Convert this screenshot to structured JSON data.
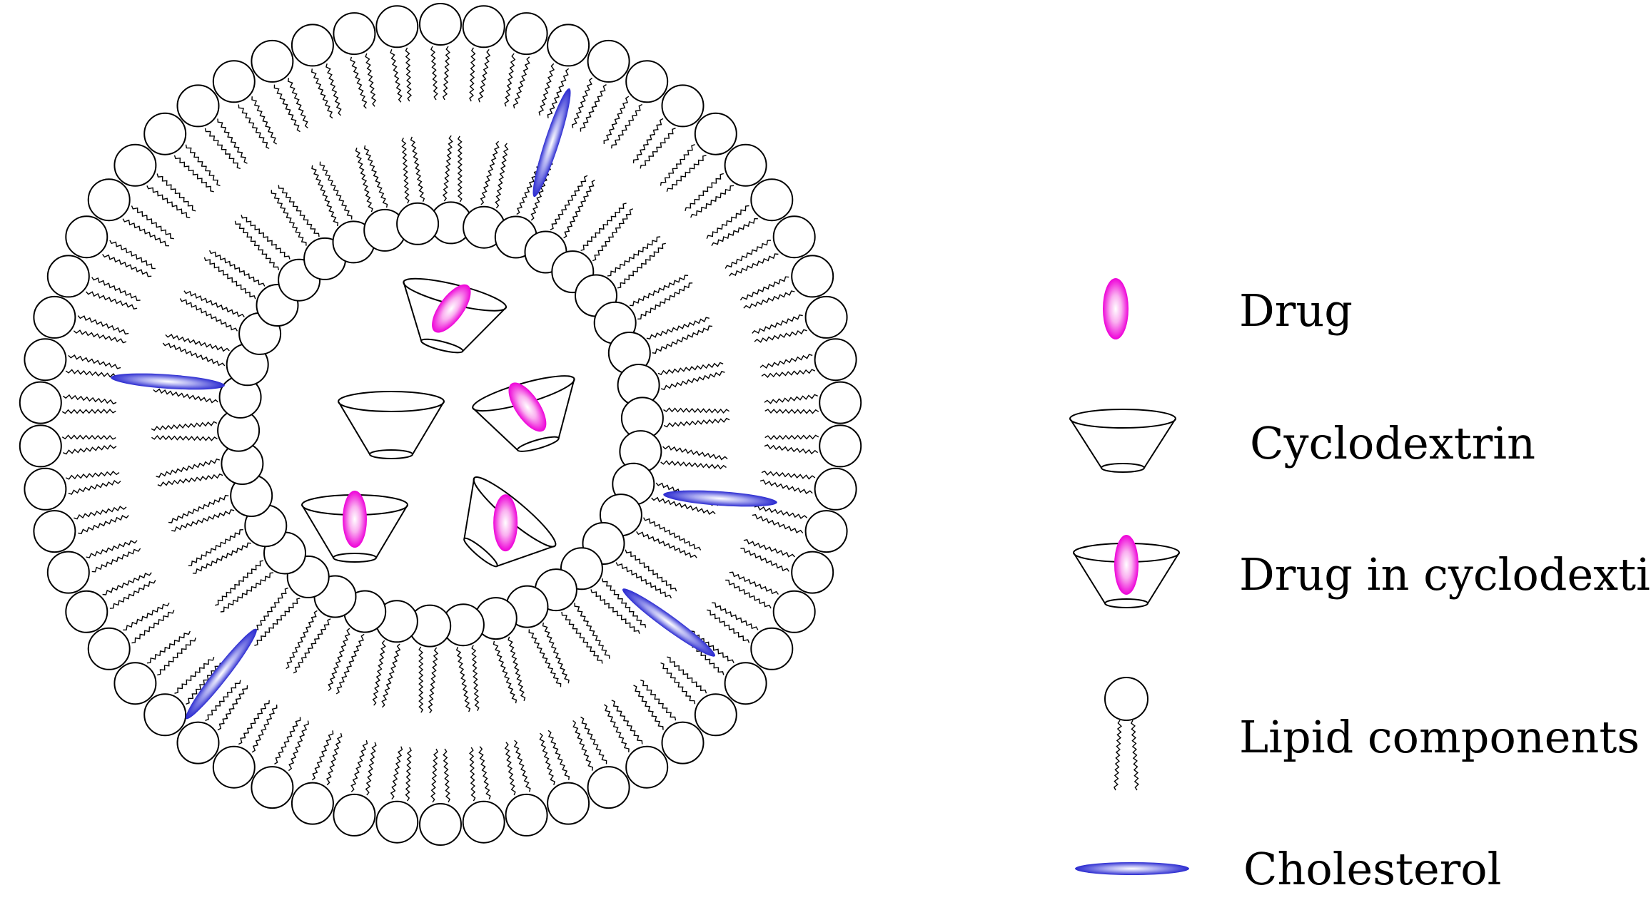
{
  "diagram": {
    "type": "liposome-with-cyclodextrin",
    "colors": {
      "outline": "#000000",
      "head_fill": "#ffffff",
      "drug": "#ee00d8",
      "cholesterol": "#2a2ad0"
    },
    "counts": {
      "outer_layer_lipids": 58,
      "inner_layer_lipids": 38,
      "cholesterol_in_membrane": 5,
      "empty_cyclodextrin": 1,
      "drug_loaded_cyclodextrin": 4
    }
  },
  "legend": {
    "items": [
      {
        "key": "drug",
        "label": "Drug",
        "icon": "drug-icon"
      },
      {
        "key": "cyclodextrin",
        "label": "Cyclodextrin",
        "icon": "cyclodextrin-icon"
      },
      {
        "key": "drug_in_cd",
        "label": "Drug in cyclodextin",
        "icon": "drug-in-cyclodextrin-icon"
      },
      {
        "key": "lipid",
        "label": "Lipid components",
        "icon": "lipid-icon"
      },
      {
        "key": "cholesterol",
        "label": "Cholesterol",
        "icon": "cholesterol-icon"
      }
    ]
  }
}
